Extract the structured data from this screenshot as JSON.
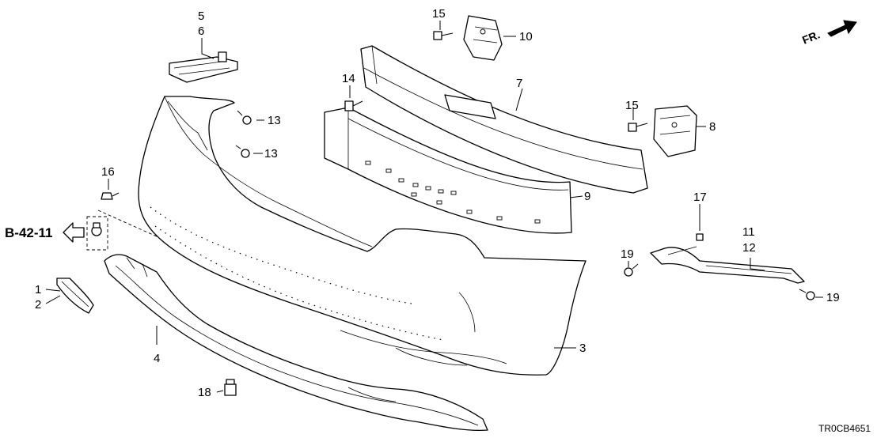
{
  "labels": {
    "l1": "1",
    "l2": "2",
    "l3": "3",
    "l4": "4",
    "l5": "5",
    "l6": "6",
    "l7": "7",
    "l8": "8",
    "l9": "9",
    "l10": "10",
    "l11": "11",
    "l12": "12",
    "l13a": "13",
    "l13b": "13",
    "l14": "14",
    "l15a": "15",
    "l15b": "15",
    "l16": "16",
    "l17": "17",
    "l18": "18",
    "l19a": "19",
    "l19b": "19"
  },
  "reference": "B-42-11",
  "direction": "FR.",
  "diagram_code": "TR0CB4651"
}
